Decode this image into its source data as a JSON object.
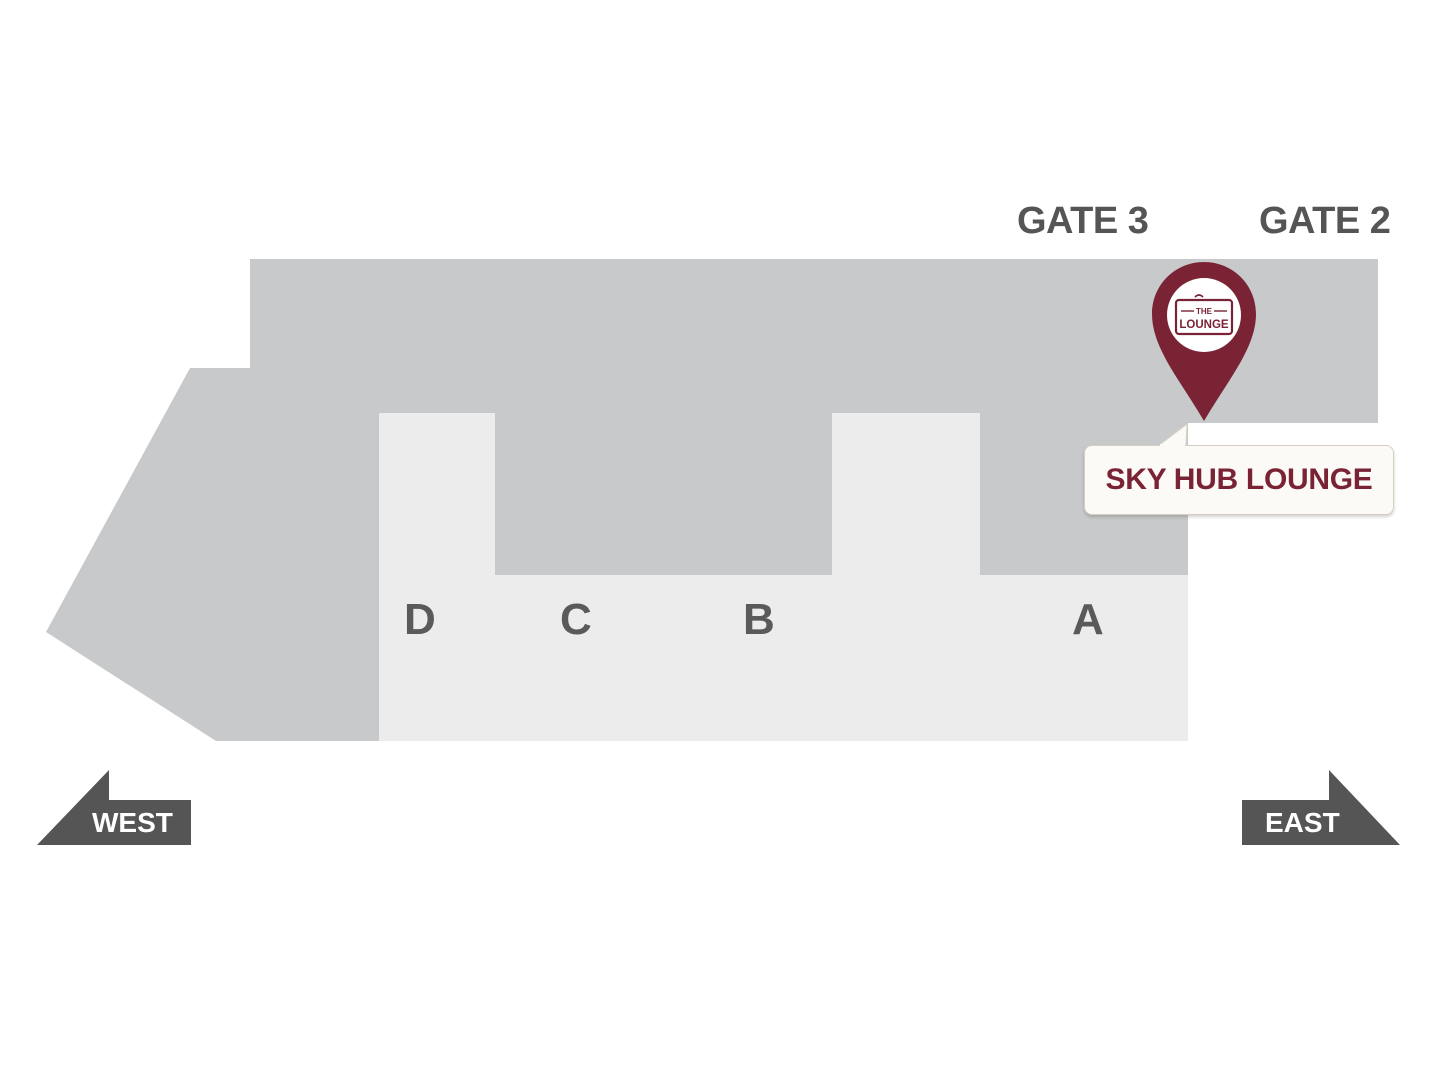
{
  "gates": [
    {
      "label": "GATE 3"
    },
    {
      "label": "GATE 2"
    }
  ],
  "zones": [
    {
      "label": "D"
    },
    {
      "label": "C"
    },
    {
      "label": "B"
    },
    {
      "label": "A"
    }
  ],
  "directions": {
    "west": "WEST",
    "east": "EAST"
  },
  "lounge": {
    "name": "SKY HUB LOUNGE",
    "logo_top": "THE",
    "logo_main": "LOUNGE",
    "icon": "location-pin-icon"
  },
  "colors": {
    "concourse": "#c8c9cb",
    "pier": "#ececed",
    "direction_arrow": "#555555",
    "pin": "#7a2335",
    "callout_text": "#7a2335"
  }
}
